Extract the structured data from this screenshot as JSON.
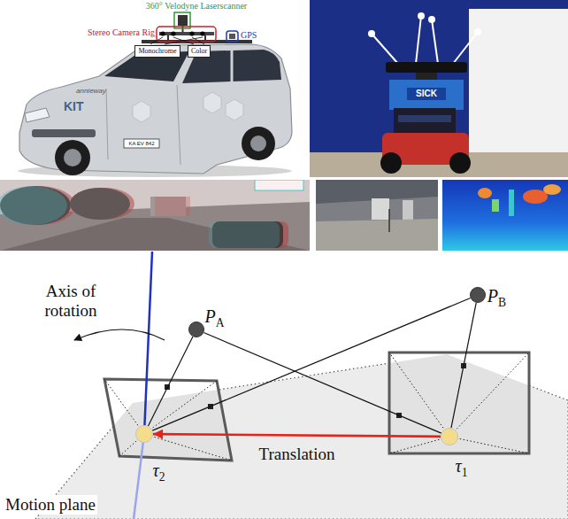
{
  "diagram": {
    "nodes": [
      {
        "text": [
          "Monochrome"
        ]
      },
      {
        "text": [
          "Color"
        ]
      },
      {
        "text": [
          "PA"
        ]
      },
      {
        "text": [
          "PB"
        ]
      },
      {
        "text": [
          "τ2"
        ]
      },
      {
        "text": [
          "τ1"
        ]
      }
    ],
    "edges": [
      {
        "from": 2,
        "to": 4,
        "arrow": "none"
      },
      {
        "from": 3,
        "to": 4,
        "arrow": "none"
      },
      {
        "from": 2,
        "to": 5,
        "arrow": "none"
      },
      {
        "from": 3,
        "to": 5,
        "arrow": "none"
      },
      {
        "from": 5,
        "to": 4,
        "label": "Translation",
        "arrow": "to"
      }
    ],
    "labels": [
      "360° Velodyne Laserscanner",
      "Stereo Camera Rig",
      "GPS",
      "annieway",
      "KIT",
      "KA EV 842",
      "SICK",
      "Axis of rotation",
      "Motion plane"
    ]
  }
}
